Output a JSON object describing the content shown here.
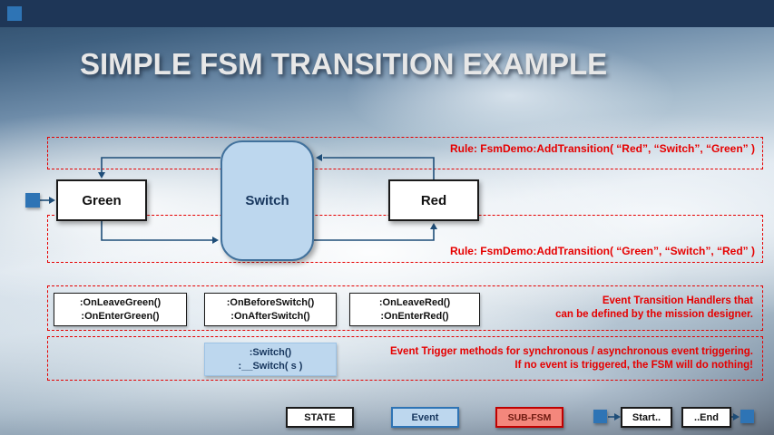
{
  "slide": {
    "title": "SIMPLE FSM TRANSITION EXAMPLE"
  },
  "fsm": {
    "states": {
      "green": "Green",
      "red": "Red"
    },
    "event": "Switch",
    "rules": {
      "top": "Rule: FsmDemo:AddTransition( “Red”, “Switch”, “Green” )",
      "bottom": "Rule: FsmDemo:AddTransition( “Green”, “Switch”, “Red” )"
    }
  },
  "handlers": {
    "green": {
      "line1": ":OnLeaveGreen()",
      "line2": ":OnEnterGreen()"
    },
    "switch": {
      "line1": ":OnBeforeSwitch()",
      "line2": ":OnAfterSwitch()"
    },
    "red": {
      "line1": ":OnLeaveRed()",
      "line2": ":OnEnterRed()"
    },
    "note": {
      "line1": "Event Transition Handlers that",
      "line2": "can be defined by the mission designer."
    }
  },
  "triggers": {
    "box": {
      "line1": ":Switch()",
      "line2": ":__Switch( s )"
    },
    "note": {
      "line1": "Event Trigger methods for synchronous / asynchronous  event triggering.",
      "line2": "If no event is triggered, the FSM will do nothing!"
    }
  },
  "legend": {
    "state": "STATE",
    "event": "Event",
    "subfsm": "SUB-FSM",
    "start": "Start..",
    "end": "..End"
  },
  "colors": {
    "rule_red": "#e60000",
    "marker_blue": "#2e74b5",
    "event_fill": "#bdd7ee",
    "event_border": "#41719c",
    "subfsm_fill": "#f4877c",
    "subfsm_border": "#c00000",
    "arrow": "#1f4e79",
    "topbar": "#1e3657"
  }
}
